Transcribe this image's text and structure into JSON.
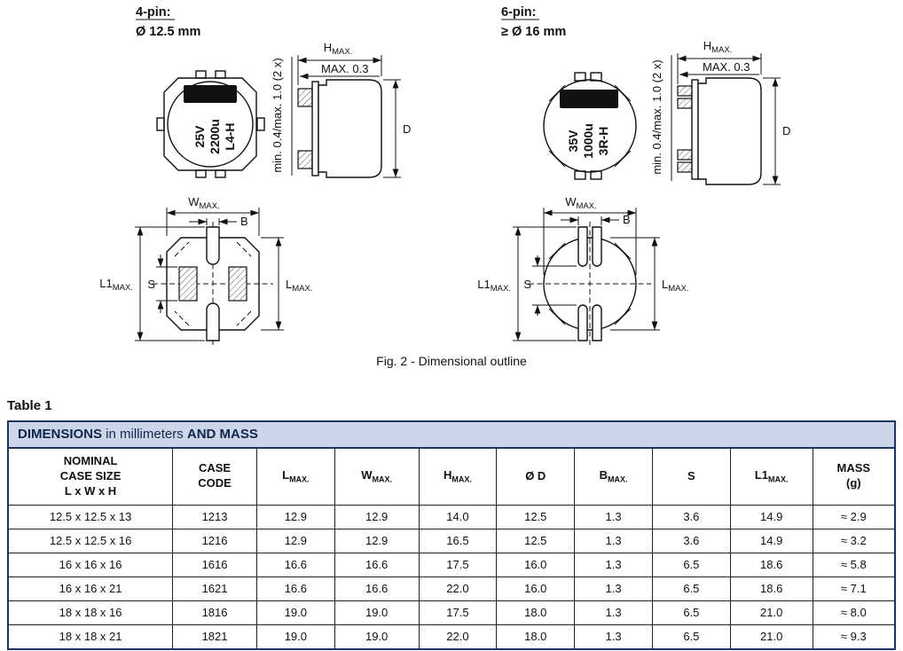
{
  "colors": {
    "line-color": "#111111",
    "table-border": "#1c355e",
    "table-title-bg": "#ccd6e8",
    "table-title-text": "#10254c"
  },
  "figure": {
    "caption": "Fig. 2 - Dimensional outline",
    "left": {
      "pin_label": "4-pin:",
      "diameter_label": "Ø 12.5 mm",
      "marking": [
        "25V",
        "2200u",
        "L4-H"
      ]
    },
    "right": {
      "pin_label": "6-pin:",
      "diameter_label": "≥ Ø 16 mm",
      "marking": [
        "35V",
        "1000u",
        "3R-H"
      ]
    },
    "dims": {
      "h": "H",
      "w": "W",
      "b": "B",
      "d": "D",
      "s": "S",
      "l": "L",
      "l1": "L1",
      "max": "MAX.",
      "max03": "MAX. 0.3",
      "standoff": "min. 0.4/max. 1.0 (2 x)"
    }
  },
  "table": {
    "label": "Table 1",
    "title": {
      "bold_lead": "DIMENSIONS",
      "normal_mid": " in millimeters ",
      "bold_tail": "AND MASS"
    },
    "headers": {
      "case_size": [
        "NOMINAL",
        "CASE SIZE",
        "L x W x H"
      ],
      "case_code": [
        "CASE",
        "CODE"
      ],
      "l": {
        "main": "L",
        "sub": "MAX."
      },
      "w": {
        "main": "W",
        "sub": "MAX."
      },
      "h": {
        "main": "H",
        "sub": "MAX."
      },
      "d": "Ø D",
      "b": {
        "main": "B",
        "sub": "MAX."
      },
      "s": "S",
      "l1": {
        "main": "L1",
        "sub": "MAX."
      },
      "mass": [
        "MASS",
        "(g)"
      ]
    },
    "rows": [
      [
        "12.5 x 12.5 x 13",
        "1213",
        "12.9",
        "12.9",
        "14.0",
        "12.5",
        "1.3",
        "3.6",
        "14.9",
        "≈ 2.9"
      ],
      [
        "12.5 x 12.5 x 16",
        "1216",
        "12.9",
        "12.9",
        "16.5",
        "12.5",
        "1.3",
        "3.6",
        "14.9",
        "≈ 3.2"
      ],
      [
        "16 x 16 x 16",
        "1616",
        "16.6",
        "16.6",
        "17.5",
        "16.0",
        "1.3",
        "6.5",
        "18.6",
        "≈ 5.8"
      ],
      [
        "16 x 16 x 21",
        "1621",
        "16.6",
        "16.6",
        "22.0",
        "16.0",
        "1.3",
        "6.5",
        "18.6",
        "≈ 7.1"
      ],
      [
        "18 x 18 x 16",
        "1816",
        "19.0",
        "19.0",
        "17.5",
        "18.0",
        "1.3",
        "6.5",
        "21.0",
        "≈ 8.0"
      ],
      [
        "18 x 18 x 21",
        "1821",
        "19.0",
        "19.0",
        "22.0",
        "18.0",
        "1.3",
        "6.5",
        "21.0",
        "≈ 9.3"
      ]
    ]
  }
}
